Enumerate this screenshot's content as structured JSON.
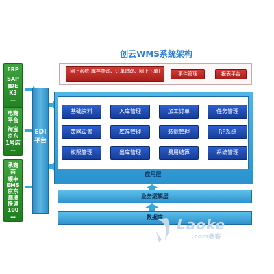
{
  "title": "创云WMS系统架构",
  "left_blocks": [
    {
      "lines": [
        "ERP",
        "SAP",
        "JDE",
        "K3",
        "…"
      ]
    },
    {
      "lines": [
        "电商",
        "平台",
        "淘宝",
        "京东",
        "1号店",
        "…"
      ]
    },
    {
      "lines": [
        "承商",
        "商",
        "顺丰",
        "EMS",
        "京东",
        "圆通",
        "快递",
        "100",
        "…"
      ]
    }
  ],
  "edi": {
    "line1": "EDI",
    "line2": "平台"
  },
  "top_row": {
    "web": "网上系统(库存查询、订单追踪、网上下单)",
    "event": "事件管理",
    "report": "报表平台"
  },
  "modules": [
    "基础资料",
    "入库管理",
    "加工订单",
    "任务管理",
    "策略设置",
    "库存管理",
    "装载管理",
    "RF系统",
    "权限管理",
    "出库管理",
    "费用结算",
    "系统管理"
  ],
  "app_layer": "应用层",
  "business_layer": "业务逻辑层",
  "db_layer": "数据库",
  "watermark": {
    "main": "Laoke",
    "sub": ".com老客"
  },
  "colors": {
    "accent_blue": "#2a7fd6",
    "green": "#2b8f2b",
    "red": "#b8251f",
    "module_blue": "#1f4bb3"
  }
}
